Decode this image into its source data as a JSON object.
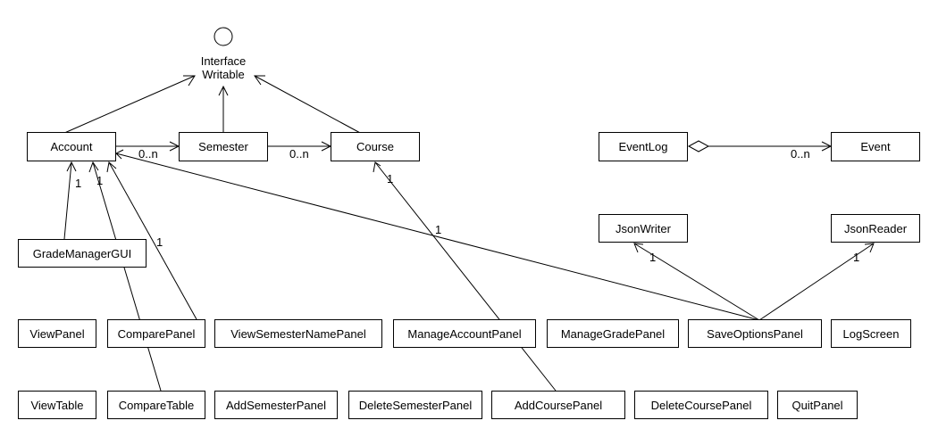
{
  "interface": {
    "line1": "Interface",
    "line2": "Writable"
  },
  "classes": {
    "account": "Account",
    "semester": "Semester",
    "course": "Course",
    "eventlog": "EventLog",
    "event": "Event",
    "jsonwriter": "JsonWriter",
    "jsonreader": "JsonReader",
    "grademanagergui": "GradeManagerGUI",
    "viewpanel": "ViewPanel",
    "comparepanel": "ComparePanel",
    "viewsemesternamepanel": "ViewSemesterNamePanel",
    "manageaccountpanel": "ManageAccountPanel",
    "managegradepanel": "ManageGradePanel",
    "saveoptionspanel": "SaveOptionsPanel",
    "logscreen": "LogScreen",
    "viewtable": "ViewTable",
    "comparetable": "CompareTable",
    "addsemesterpanel": "AddSemesterPanel",
    "deletesemesterpanel": "DeleteSemesterPanel",
    "addcoursepanel": "AddCoursePanel",
    "deletecoursepanel": "DeleteCoursePanel",
    "quitpanel": "QuitPanel"
  },
  "multiplicities": {
    "account_semester": "0..n",
    "semester_course": "0..n",
    "eventlog_event": "0..n",
    "gui_account": "1",
    "comparetable_account": "1",
    "comparepanel_account": "1",
    "addcourse_course": "1",
    "saveoptions_account": "1",
    "saveoptions_writer": "1",
    "saveoptions_reader": "1"
  }
}
